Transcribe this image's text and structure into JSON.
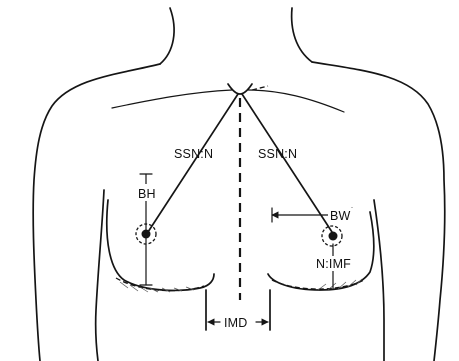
{
  "labels": {
    "ssn_n_left": "SSN:N",
    "ssn_n_right": "SSN:N",
    "bh": "BH",
    "bw": "BW",
    "n_imf": "N:IMF",
    "imd": "IMD"
  }
}
